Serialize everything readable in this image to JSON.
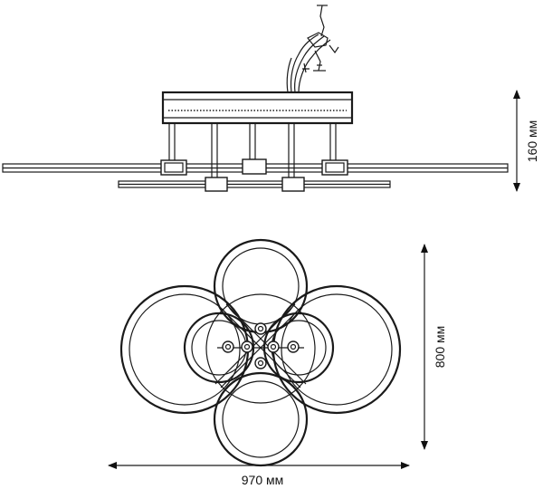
{
  "dimensions": {
    "height_side": "160 мм",
    "height_top": "800 мм",
    "width_top": "970 мм"
  }
}
